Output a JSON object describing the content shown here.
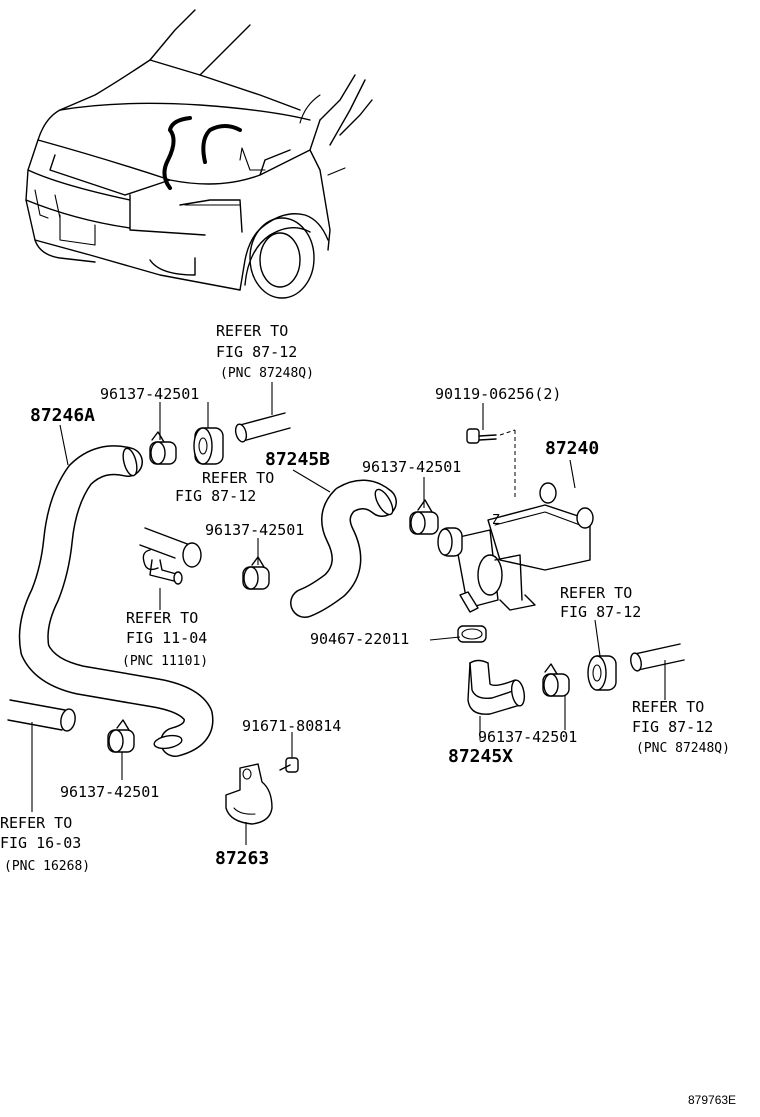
{
  "labels": {
    "p87246a": "87246A",
    "p87245b": "87245B",
    "p87240": "87240",
    "p87245x": "87245X",
    "p87263": "87263",
    "clamp_top": "96137-42501",
    "clamp_mid_right": "96137-42501",
    "clamp_mid": "96137-42501",
    "clamp_bottom_left": "96137-42501",
    "clamp_bottom_right": "96137-42501",
    "bolt_top": "90119-06256(2)",
    "clamp_valve": "90467-22011",
    "bolt_bracket": "91671-80814"
  },
  "references": {
    "top": {
      "line1": "REFER TO",
      "line2": "FIG 87-12",
      "line3": "(PNC 87248Q)"
    },
    "grommet_left": {
      "line1": "REFER TO",
      "line2": "FIG 87-12"
    },
    "engine": {
      "line1": "REFER TO",
      "line2": "FIG 11-04",
      "line3": "(PNC 11101)"
    },
    "grommet_right": {
      "line1": "REFER TO",
      "line2": "FIG 87-12"
    },
    "pipe_right": {
      "line1": "REFER TO",
      "line2": "FIG 87-12",
      "line3": "(PNC 87248Q)"
    },
    "pipe_left": {
      "line1": "REFER TO",
      "line2": "FIG 16-03",
      "line3": "(PNC 16268)"
    }
  },
  "figure_code": "879763E"
}
